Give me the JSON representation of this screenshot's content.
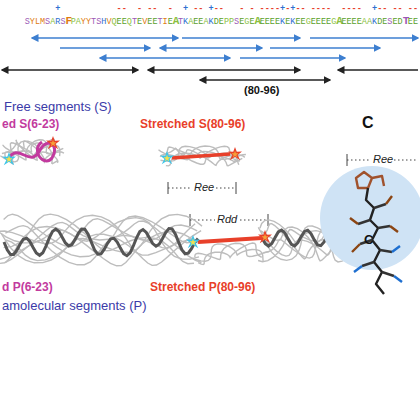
{
  "diagram": {
    "labels": [
      "SYLMSARSFPAYYTSHVQEEQTEVEETIEATKAEEAKDEPPSEGEAEEEEKEKEEGEEEEGAEEEEAAKDESEDTEE",
      "      +           --  - --  -  + -- +--   - - ----+-+-- ----  ----  +-- -- --",
      "(80-96)",
      "Free segments (S)",
      "ed S(6-23)",
      "Stretched S(80-96)",
      "Ree",
      "Rdd",
      "C",
      "d P(6-23)",
      "Stretched P(80-96)",
      "amolecular segments (P)",
      "C",
      "Ree"
    ]
  }
}
